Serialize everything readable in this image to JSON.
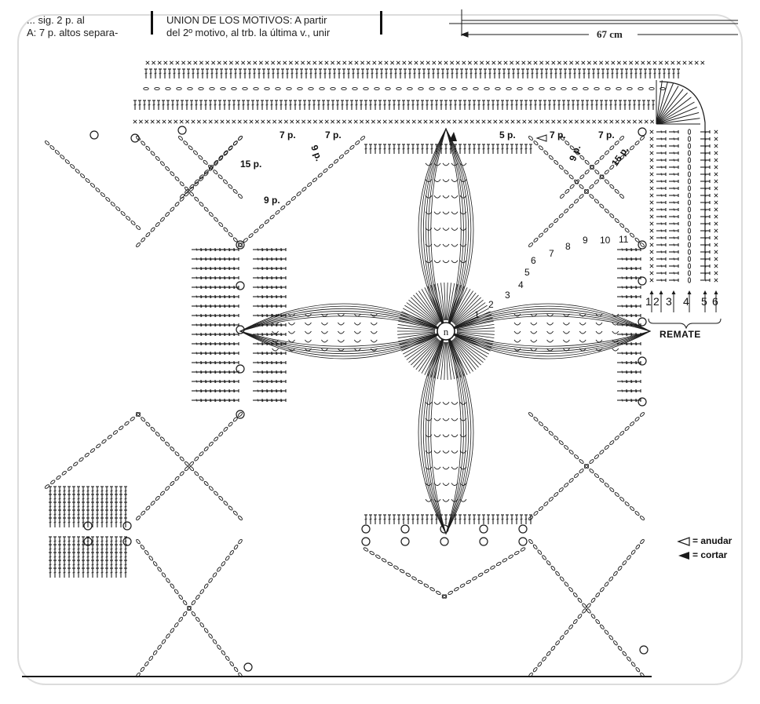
{
  "header": {
    "left_line1": "... sig. 2 p. al",
    "left_line2": "A: 7 p. altos separa-",
    "center_line1": "UNION DE LOS MOTIVOS: A partir",
    "center_line2": "del 2º motivo, al trb. la última v., unir",
    "measure": "67 cm"
  },
  "stitch_labels": {
    "top_7p_a": "7 p.",
    "top_7p_b": "7 p.",
    "top_5p": "5 p.",
    "top_7p_c": "7 p.",
    "top_7p_d": "7 p.",
    "left_15p": "15 p.",
    "left_9p_a": "9 p.",
    "left_9p_b": "9 p.",
    "right_9p": "9 p.",
    "right_15p": "15 p."
  },
  "round_numbers": [
    "1",
    "2",
    "3",
    "4",
    "5",
    "6",
    "7",
    "8",
    "9",
    "10",
    "11"
  ],
  "remate": {
    "label": "REMATE",
    "columns": [
      "1",
      "2",
      "3",
      "4",
      "5",
      "6"
    ]
  },
  "legend": {
    "anudar": "= anudar",
    "cortar": "= cortar"
  },
  "colors": {
    "ink": "#1a1a1a",
    "paper": "#ffffff",
    "frame": "#dcdcdc"
  }
}
